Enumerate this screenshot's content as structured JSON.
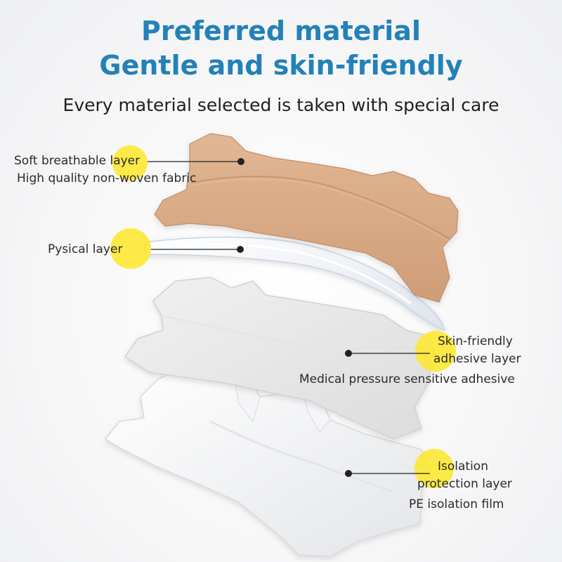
{
  "header": {
    "title_line1": "Preferred material",
    "title_line2": "Gentle and skin-friendly",
    "subtitle": "Every material selected is taken with special care"
  },
  "callouts": {
    "soft_layer": {
      "label": "Soft breathable layer",
      "detail": "High quality non-woven fabric"
    },
    "physical_layer": {
      "label": "Pysical layer"
    },
    "adhesive_layer": {
      "label_line1": "Skin-friendly",
      "label_line2": "adhesive layer",
      "detail": "Medical pressure sensitive adhesive"
    },
    "isolation_layer": {
      "label_line1": "Isolation",
      "label_line2": "protection layer",
      "detail": "PE isolation film"
    }
  },
  "colors": {
    "title": "#2381b8",
    "highlight_dot": "#fde832",
    "fabric_layer": "#d9aa85",
    "leader_line": "#222222"
  }
}
